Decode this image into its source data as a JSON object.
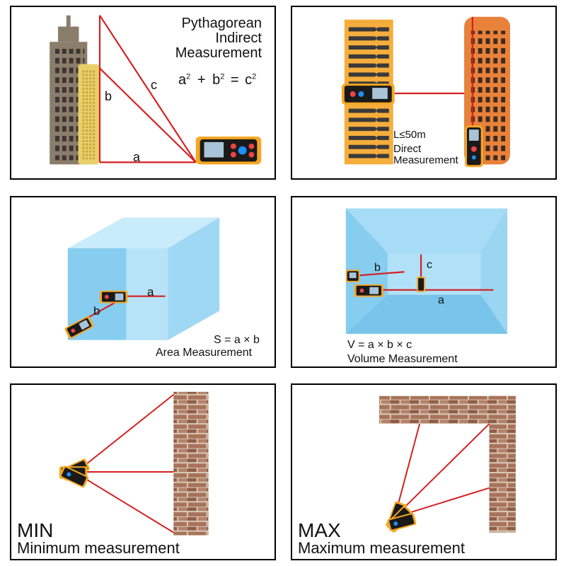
{
  "panel1": {
    "title_line1": "Pythagorean",
    "title_line2": "Indirect",
    "title_line3": "Measurement",
    "formula": {
      "a": "a",
      "exp_a": "2",
      "plus": "+",
      "b": "b",
      "exp_b": "2",
      "eq": "=",
      "c": "c",
      "exp_c": "2"
    },
    "label_a": "a",
    "label_b": "b",
    "label_c": "c"
  },
  "panel2": {
    "limit": "L≤50m",
    "line1": "Direct",
    "line2": "Measurement"
  },
  "panel3": {
    "label_a": "a",
    "label_b": "b",
    "formula": "S = a × b",
    "caption": "Area Measurement"
  },
  "panel4": {
    "label_a": "a",
    "label_b": "b",
    "label_c": "c",
    "formula": "V = a × b × c",
    "caption": "Volume  Measurement"
  },
  "panel5": {
    "title": "MIN",
    "caption": "Minimum measurement"
  },
  "panel6": {
    "title": "MAX",
    "caption": "Maximum measurement"
  },
  "colors": {
    "laser": "#d42020",
    "device": "#f5a623",
    "device_screen": "#a9c4d8",
    "building_brown": "#8b7d6b",
    "building_yellow": "#e8cf6a",
    "building_orange_light": "#f5ad3c",
    "building_orange_dark": "#e8813a",
    "room_blue": "#86cdf0",
    "brick": "#a8735a"
  }
}
